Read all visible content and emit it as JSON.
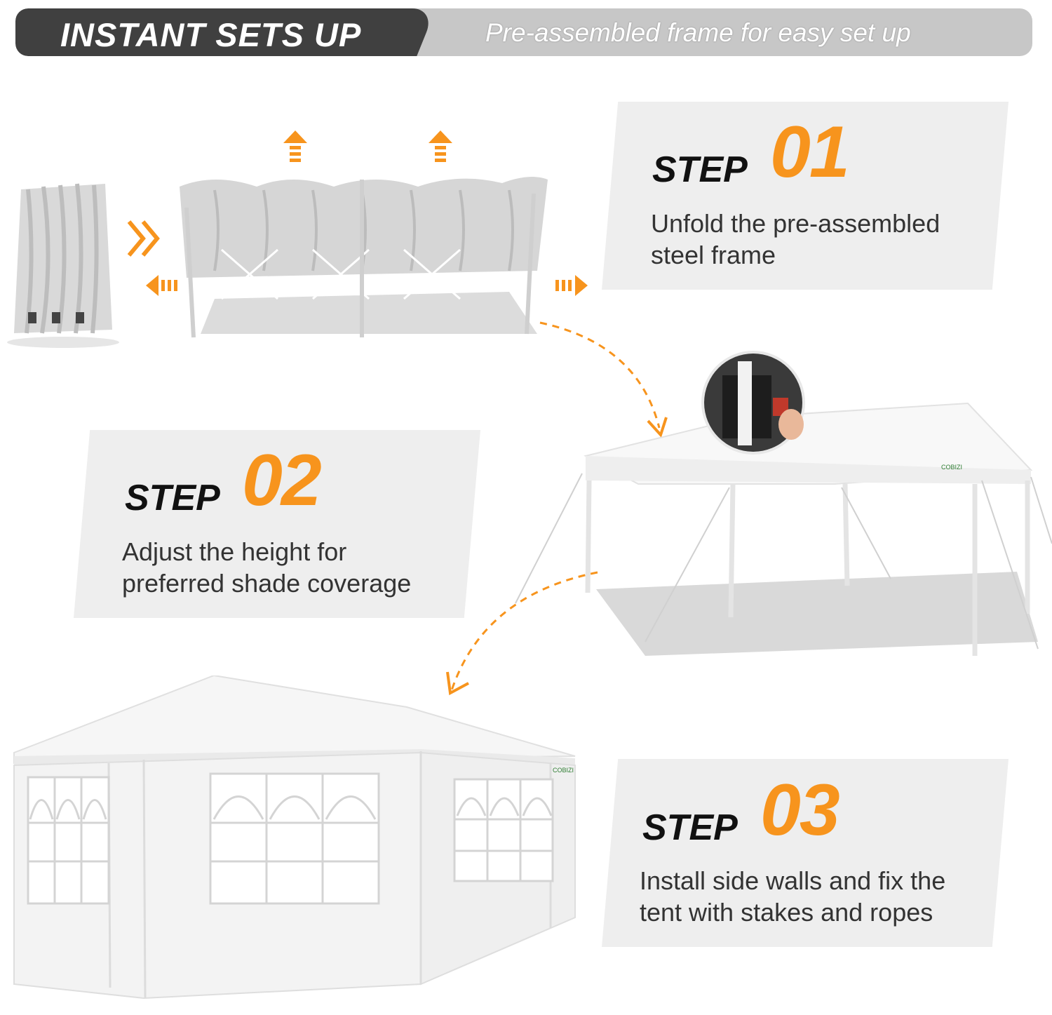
{
  "banner": {
    "title": "INSTANT SETS UP",
    "subtitle": "Pre-assembled frame for easy set up"
  },
  "steps": [
    {
      "word": "STEP",
      "number": "01",
      "line1": "Unfold the pre-assembled",
      "line2": "steel frame"
    },
    {
      "word": "STEP",
      "number": "02",
      "line1": "Adjust the height for",
      "line2": "preferred shade coverage"
    },
    {
      "word": "STEP",
      "number": "03",
      "line1": "Install side walls and fix the",
      "line2": "tent with stakes and ropes"
    }
  ],
  "colors": {
    "accent": "#f7941d",
    "banner_dark": "#404040",
    "banner_light": "#c7c7c7",
    "panel": "#eeeeee"
  },
  "icons": [
    "arrow-up-icon",
    "arrow-left-icon",
    "arrow-right-icon",
    "double-chevron-right-icon",
    "dashed-curve-arrow-icon"
  ]
}
